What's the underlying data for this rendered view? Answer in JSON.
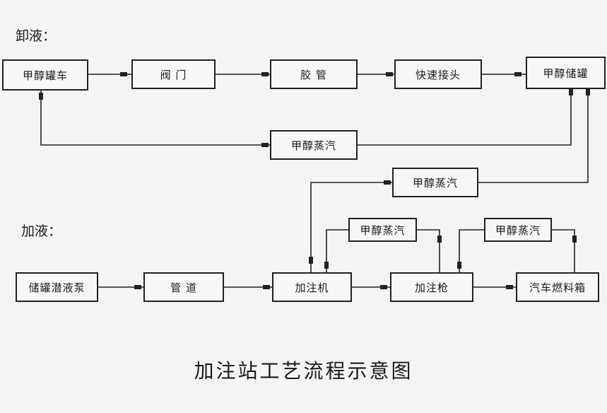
{
  "sections": {
    "unload": "卸液：",
    "fill": "加液："
  },
  "boxes": {
    "tanker": "甲醇罐车",
    "valve": "阀 门",
    "hose": "胶 管",
    "quick_connector": "快速接头",
    "storage_tank": "甲醇储罐",
    "vapor_return_1": "甲醇蒸汽",
    "vapor_return_2": "甲醇蒸汽",
    "submersible_pump": "储罐潜液泵",
    "pipeline": "管 道",
    "dispenser": "加注机",
    "nozzle": "加注枪",
    "fuel_tank": "汽车燃料箱",
    "vapor_dispenser": "甲醇蒸汽",
    "vapor_nozzle": "甲醇蒸汽"
  },
  "title": "加注站工艺流程示意图"
}
